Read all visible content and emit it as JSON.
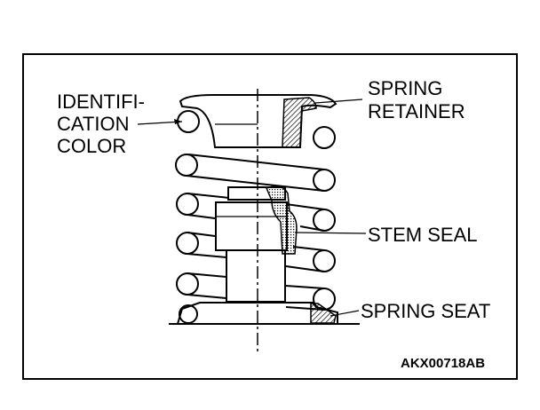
{
  "labels": {
    "identification_line1": "IDENTIFI-",
    "identification_line2": "CATION",
    "identification_line3": "COLOR",
    "spring_retainer_line1": "SPRING",
    "spring_retainer_line2": "RETAINER",
    "stem_seal": "STEM SEAL",
    "spring_seat": "SPRING SEAT"
  },
  "figure_code": "AKX00718AB",
  "colors": {
    "line": "#000000",
    "background": "#ffffff"
  }
}
